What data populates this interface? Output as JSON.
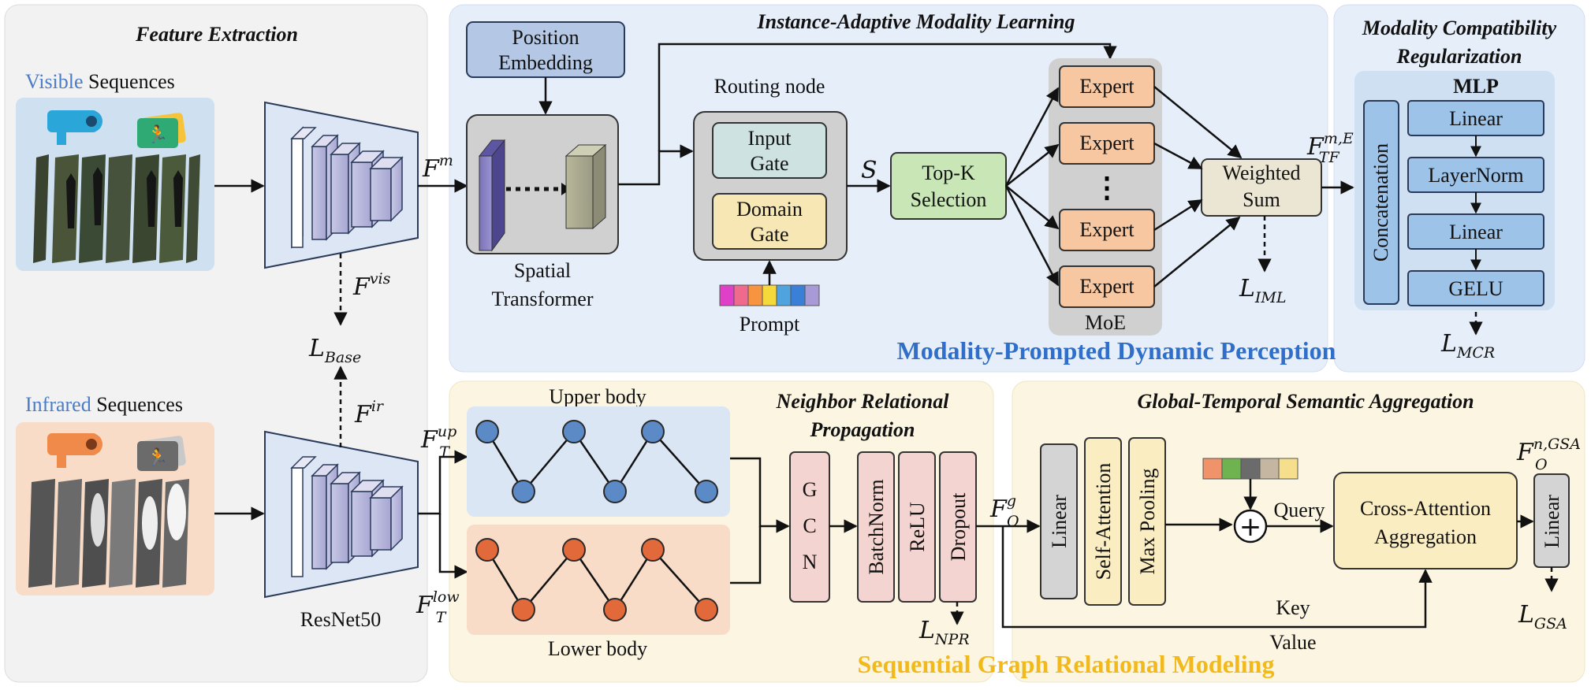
{
  "panels": {
    "feature_extraction": "Feature Extraction",
    "instance_adaptive": "Instance-Adaptive Modality Learning",
    "mcr_line1": "Modality Compatibility",
    "mcr_line2": "Regularization",
    "npr_line1": "Neighbor Relational",
    "npr_line2": "Propagation",
    "gtsa": "Global-Temporal Semantic Aggregation",
    "mpdp": "Modality-Prompted Dynamic Perception",
    "sgrm": "Sequential Graph Relational Modeling"
  },
  "inputs": {
    "visible_word": "Visible",
    "infrared_word": "Infrared",
    "sequences": "Sequences"
  },
  "backbone": {
    "label": "ResNet50"
  },
  "iml": {
    "position_embedding_1": "Position",
    "position_embedding_2": "Embedding",
    "spatial_1": "Spatial",
    "spatial_2": "Transformer",
    "routing_node": "Routing node",
    "input_gate_1": "Input",
    "input_gate_2": "Gate",
    "domain_gate_1": "Domain",
    "domain_gate_2": "Gate",
    "prompt": "Prompt",
    "s_label": "S",
    "topk_1": "Top-K",
    "topk_2": "Selection",
    "expert": "Expert",
    "dots": "⋮",
    "moe": "MoE",
    "weighted_1": "Weighted",
    "weighted_2": "Sum"
  },
  "mcr": {
    "mlp": "MLP",
    "concat": "Concatenation",
    "linear": "Linear",
    "layernorm": "LayerNorm",
    "gelu": "GELU"
  },
  "npr": {
    "upper_body": "Upper body",
    "lower_body": "Lower body",
    "gcn": [
      "G",
      "C",
      "N"
    ],
    "batchnorm": "BatchNorm",
    "relu": "ReLU",
    "dropout": "Dropout"
  },
  "gtsa": {
    "linear": "Linear",
    "self_attention": "Self-Attention",
    "max_pooling": "Max Pooling",
    "query": "Query",
    "key": "Key",
    "value": "Value",
    "cross_1": "Cross-Attention",
    "cross_2": "Aggregation",
    "linear_out": "Linear",
    "plus": "+"
  },
  "math": {
    "F": "F",
    "L": "L",
    "m": "m",
    "vis": "vis",
    "ir": "ir",
    "base": "Base",
    "iml": "IML",
    "mcr": "MCR",
    "npr": "NPR",
    "gsa": "GSA",
    "tf_me_sup": "m,E",
    "tf_sub": "TF",
    "up": "up",
    "low": "low",
    "T": "T",
    "g": "g",
    "O": "O",
    "n_gsa": "n,GSA"
  },
  "colors": {
    "panel_gray": "#f2f2f2",
    "panel_blue": "#e6eef9",
    "panel_yellow": "#fbf5e2",
    "position_embedding": "#b4c8e6",
    "input_gate": "#cfe2e2",
    "domain_gate": "#f6e7b5",
    "topk": "#c9e7b6",
    "expert": "#f6c7a1",
    "weighted": "#ebe6d3",
    "mlp_box": "#9ec3e8",
    "graph_upper": "#5b8ac6",
    "graph_lower": "#e2693a",
    "gcn_box": "#f4d4d0",
    "pool_box": "#fbedc2",
    "cross_box": "#fbedc2",
    "blue_title": "#2f6fc9",
    "yellow_title": "#f2b91c"
  },
  "prompt_colors": [
    "#e040c8",
    "#f06a8e",
    "#f7943f",
    "#f5d83a",
    "#4fa4e0",
    "#3a7fd8",
    "#a79ad6"
  ],
  "query_colors": [
    "#f0926a",
    "#6fb351",
    "#6b6b6b",
    "#c4b6a0",
    "#f5df8c"
  ]
}
